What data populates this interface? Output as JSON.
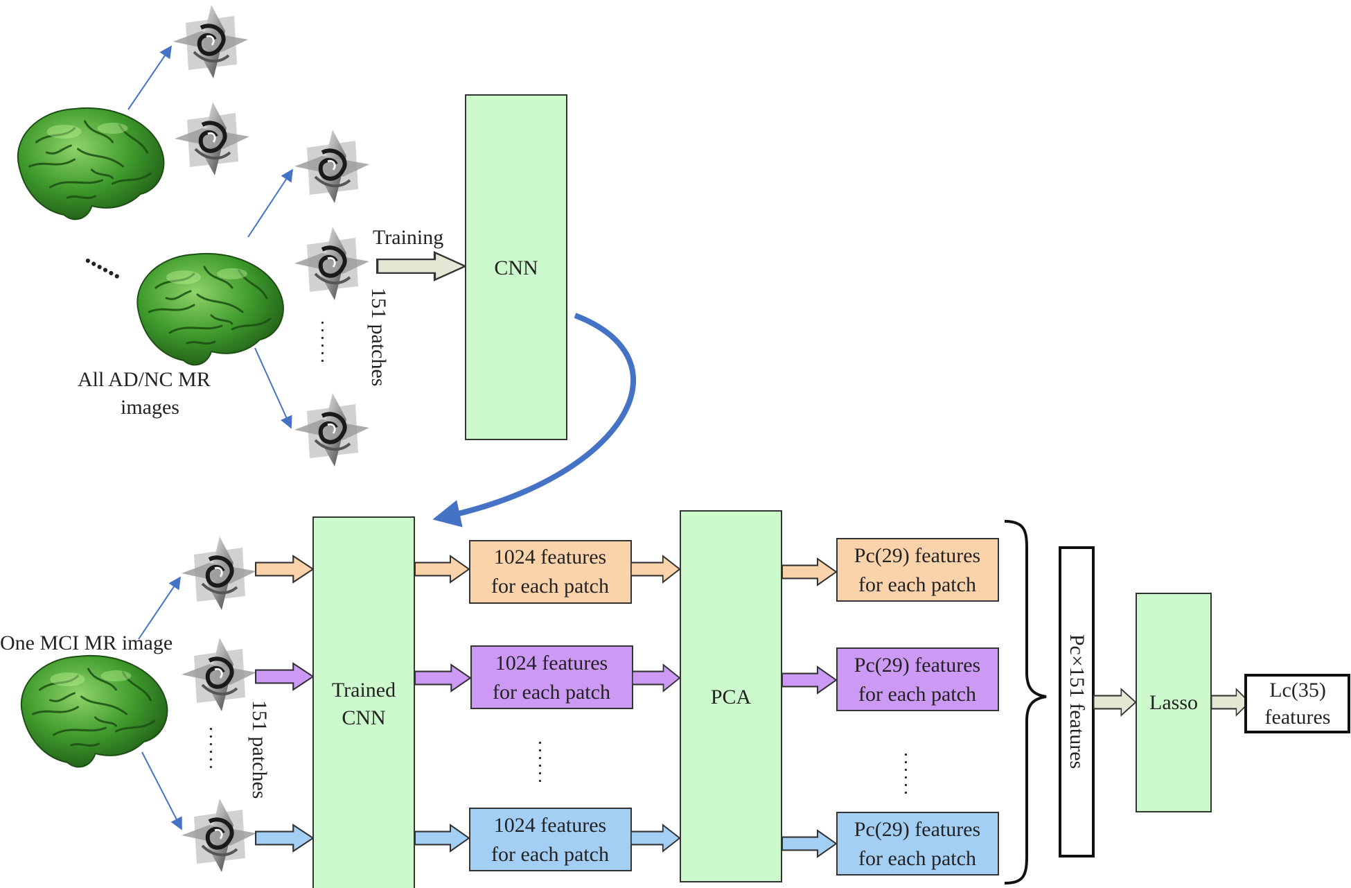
{
  "top": {
    "caption_line1": "All AD/NC MR",
    "caption_line2": "images",
    "ellipsis": "......",
    "patch_dots": "......",
    "patches_label": "151 patches",
    "training_label": "Training",
    "cnn_label": "CNN"
  },
  "bottom": {
    "caption": "One MCI MR image",
    "patch_dots": "......",
    "patches_label": "151 patches",
    "trained_line1": "Trained",
    "trained_line2": "CNN",
    "feature_line1": "1024 features",
    "feature_line2": "for each patch",
    "feature_dots": "......",
    "pca_label": "PCA",
    "pc_line1": "Pc(29) features",
    "pc_line2": "for each patch",
    "pc_dots": "......",
    "concat_label": "Pc×151 features",
    "lasso_label": "Lasso",
    "lc_line1": "Lc(35)",
    "lc_line2": "features"
  },
  "colors": {
    "green_box": "#ccfacc",
    "orange": "#fad3aa",
    "purple": "#cc99f5",
    "blue": "#a3cff5",
    "training_arrow": "#e3e8d5",
    "brain": "#3f8a2c",
    "curve": "#4472c4",
    "thin_arrow": "#4472c4"
  }
}
